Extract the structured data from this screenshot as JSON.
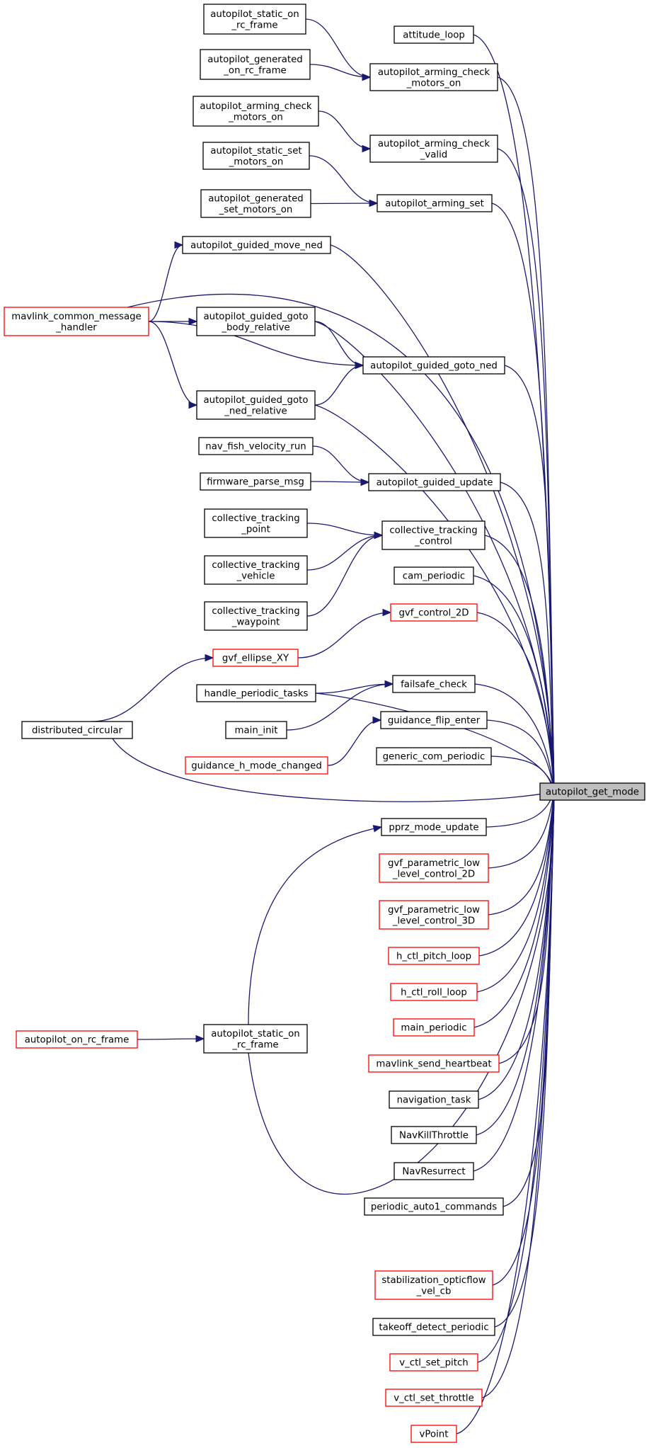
{
  "graph": {
    "type": "call_graph",
    "target": "autopilot_get_mode",
    "colors": {
      "edge": "#191970",
      "node_border": "#000000",
      "truncated_border": "#ff0000",
      "target_fill": "#bfbfbf"
    },
    "nodes": {
      "autopilot_get_mode": {
        "lines": [
          "autopilot_get_mode"
        ],
        "style": "target"
      },
      "attitude_loop": {
        "lines": [
          "attitude_loop"
        ],
        "style": "black"
      },
      "autopilot_static_on_rc_frame_top": {
        "lines": [
          "autopilot_static_on",
          "_rc_frame"
        ],
        "style": "black"
      },
      "autopilot_generated_on_rc_frame": {
        "lines": [
          "autopilot_generated",
          "_on_rc_frame"
        ],
        "style": "black"
      },
      "autopilot_arming_check_motors_on_mid": {
        "lines": [
          "autopilot_arming_check",
          "_motors_on"
        ],
        "style": "black"
      },
      "autopilot_arming_check_motors_on_left": {
        "lines": [
          "autopilot_arming_check",
          "_motors_on"
        ],
        "style": "black"
      },
      "autopilot_arming_check_valid": {
        "lines": [
          "autopilot_arming_check",
          "_valid"
        ],
        "style": "black"
      },
      "autopilot_static_set_motors_on": {
        "lines": [
          "autopilot_static_set",
          "_motors_on"
        ],
        "style": "black"
      },
      "autopilot_generated_set_motors_on": {
        "lines": [
          "autopilot_generated",
          "_set_motors_on"
        ],
        "style": "black"
      },
      "autopilot_arming_set": {
        "lines": [
          "autopilot_arming_set"
        ],
        "style": "black"
      },
      "autopilot_guided_move_ned": {
        "lines": [
          "autopilot_guided_move_ned"
        ],
        "style": "black"
      },
      "mavlink_common_message_handler": {
        "lines": [
          "mavlink_common_message",
          "_handler"
        ],
        "style": "red"
      },
      "autopilot_guided_goto_body_relative": {
        "lines": [
          "autopilot_guided_goto",
          "_body_relative"
        ],
        "style": "black"
      },
      "autopilot_guided_goto_ned": {
        "lines": [
          "autopilot_guided_goto_ned"
        ],
        "style": "black"
      },
      "autopilot_guided_goto_ned_relative": {
        "lines": [
          "autopilot_guided_goto",
          "_ned_relative"
        ],
        "style": "black"
      },
      "nav_fish_velocity_run": {
        "lines": [
          "nav_fish_velocity_run"
        ],
        "style": "black"
      },
      "firmware_parse_msg": {
        "lines": [
          "firmware_parse_msg"
        ],
        "style": "black"
      },
      "autopilot_guided_update": {
        "lines": [
          "autopilot_guided_update"
        ],
        "style": "black"
      },
      "collective_tracking_point": {
        "lines": [
          "collective_tracking",
          "_point"
        ],
        "style": "black"
      },
      "collective_tracking_control": {
        "lines": [
          "collective_tracking",
          "_control"
        ],
        "style": "black"
      },
      "collective_tracking_vehicle": {
        "lines": [
          "collective_tracking",
          "_vehicle"
        ],
        "style": "black"
      },
      "collective_tracking_waypoint": {
        "lines": [
          "collective_tracking",
          "_waypoint"
        ],
        "style": "black"
      },
      "cam_periodic": {
        "lines": [
          "cam_periodic"
        ],
        "style": "black"
      },
      "gvf_control_2D": {
        "lines": [
          "gvf_control_2D"
        ],
        "style": "red"
      },
      "gvf_ellipse_XY": {
        "lines": [
          "gvf_ellipse_XY"
        ],
        "style": "red"
      },
      "handle_periodic_tasks": {
        "lines": [
          "handle_periodic_tasks"
        ],
        "style": "black"
      },
      "failsafe_check": {
        "lines": [
          "failsafe_check"
        ],
        "style": "black"
      },
      "distributed_circular": {
        "lines": [
          "distributed_circular"
        ],
        "style": "black"
      },
      "main_init": {
        "lines": [
          "main_init"
        ],
        "style": "black"
      },
      "guidance_flip_enter": {
        "lines": [
          "guidance_flip_enter"
        ],
        "style": "black"
      },
      "guidance_h_mode_changed": {
        "lines": [
          "guidance_h_mode_changed"
        ],
        "style": "red"
      },
      "generic_com_periodic": {
        "lines": [
          "generic_com_periodic"
        ],
        "style": "black"
      },
      "pprz_mode_update": {
        "lines": [
          "pprz_mode_update"
        ],
        "style": "black"
      },
      "gvf_parametric_low_level_control_2D": {
        "lines": [
          "gvf_parametric_low",
          "_level_control_2D"
        ],
        "style": "red"
      },
      "gvf_parametric_low_level_control_3D": {
        "lines": [
          "gvf_parametric_low",
          "_level_control_3D"
        ],
        "style": "red"
      },
      "h_ctl_pitch_loop": {
        "lines": [
          "h_ctl_pitch_loop"
        ],
        "style": "red"
      },
      "h_ctl_roll_loop": {
        "lines": [
          "h_ctl_roll_loop"
        ],
        "style": "red"
      },
      "main_periodic": {
        "lines": [
          "main_periodic"
        ],
        "style": "red"
      },
      "autopilot_on_rc_frame": {
        "lines": [
          "autopilot_on_rc_frame"
        ],
        "style": "red"
      },
      "autopilot_static_on_rc_frame_low": {
        "lines": [
          "autopilot_static_on",
          "_rc_frame"
        ],
        "style": "black"
      },
      "mavlink_send_heartbeat": {
        "lines": [
          "mavlink_send_heartbeat"
        ],
        "style": "red"
      },
      "navigation_task": {
        "lines": [
          "navigation_task"
        ],
        "style": "black"
      },
      "NavKillThrottle": {
        "lines": [
          "NavKillThrottle"
        ],
        "style": "black"
      },
      "NavResurrect": {
        "lines": [
          "NavResurrect"
        ],
        "style": "black"
      },
      "periodic_auto1_commands": {
        "lines": [
          "periodic_auto1_commands"
        ],
        "style": "black"
      },
      "stabilization_opticflow_vel_cb": {
        "lines": [
          "stabilization_opticflow",
          "_vel_cb"
        ],
        "style": "red"
      },
      "takeoff_detect_periodic": {
        "lines": [
          "takeoff_detect_periodic"
        ],
        "style": "black"
      },
      "v_ctl_set_pitch": {
        "lines": [
          "v_ctl_set_pitch"
        ],
        "style": "red"
      },
      "v_ctl_set_throttle": {
        "lines": [
          "v_ctl_set_throttle"
        ],
        "style": "red"
      },
      "vPoint": {
        "lines": [
          "vPoint"
        ],
        "style": "red"
      }
    },
    "edges": [
      [
        "attitude_loop",
        "autopilot_get_mode"
      ],
      [
        "autopilot_static_on_rc_frame_top",
        "autopilot_arming_check_motors_on_mid"
      ],
      [
        "autopilot_generated_on_rc_frame",
        "autopilot_arming_check_motors_on_mid"
      ],
      [
        "autopilot_arming_check_motors_on_mid",
        "autopilot_get_mode"
      ],
      [
        "autopilot_arming_check_motors_on_left",
        "autopilot_arming_check_valid"
      ],
      [
        "autopilot_arming_check_valid",
        "autopilot_get_mode"
      ],
      [
        "autopilot_static_set_motors_on",
        "autopilot_arming_set"
      ],
      [
        "autopilot_generated_set_motors_on",
        "autopilot_arming_set"
      ],
      [
        "autopilot_arming_set",
        "autopilot_get_mode"
      ],
      [
        "autopilot_guided_move_ned",
        "autopilot_get_mode"
      ],
      [
        "mavlink_common_message_handler",
        "autopilot_guided_move_ned"
      ],
      [
        "mavlink_common_message_handler",
        "autopilot_get_mode"
      ],
      [
        "mavlink_common_message_handler",
        "autopilot_guided_goto_body_relative"
      ],
      [
        "mavlink_common_message_handler",
        "autopilot_guided_goto_ned"
      ],
      [
        "mavlink_common_message_handler",
        "autopilot_guided_goto_ned_relative"
      ],
      [
        "autopilot_guided_goto_body_relative",
        "autopilot_get_mode"
      ],
      [
        "autopilot_guided_goto_body_relative",
        "autopilot_guided_goto_ned"
      ],
      [
        "autopilot_guided_goto_ned_relative",
        "autopilot_guided_goto_ned"
      ],
      [
        "autopilot_guided_goto_ned",
        "autopilot_get_mode"
      ],
      [
        "autopilot_guided_goto_ned_relative",
        "autopilot_get_mode"
      ],
      [
        "nav_fish_velocity_run",
        "autopilot_guided_update"
      ],
      [
        "firmware_parse_msg",
        "autopilot_guided_update"
      ],
      [
        "autopilot_guided_update",
        "autopilot_get_mode"
      ],
      [
        "collective_tracking_point",
        "collective_tracking_control"
      ],
      [
        "collective_tracking_vehicle",
        "collective_tracking_control"
      ],
      [
        "collective_tracking_waypoint",
        "collective_tracking_control"
      ],
      [
        "collective_tracking_control",
        "autopilot_get_mode"
      ],
      [
        "cam_periodic",
        "autopilot_get_mode"
      ],
      [
        "gvf_ellipse_XY",
        "gvf_control_2D"
      ],
      [
        "gvf_control_2D",
        "autopilot_get_mode"
      ],
      [
        "distributed_circular",
        "gvf_ellipse_XY"
      ],
      [
        "handle_periodic_tasks",
        "autopilot_get_mode"
      ],
      [
        "handle_periodic_tasks",
        "failsafe_check"
      ],
      [
        "main_init",
        "failsafe_check"
      ],
      [
        "failsafe_check",
        "autopilot_get_mode"
      ],
      [
        "distributed_circular",
        "autopilot_get_mode"
      ],
      [
        "guidance_h_mode_changed",
        "guidance_flip_enter"
      ],
      [
        "guidance_flip_enter",
        "autopilot_get_mode"
      ],
      [
        "generic_com_periodic",
        "autopilot_get_mode"
      ],
      [
        "pprz_mode_update",
        "autopilot_get_mode"
      ],
      [
        "autopilot_static_on_rc_frame_low",
        "pprz_mode_update"
      ],
      [
        "autopilot_on_rc_frame",
        "autopilot_static_on_rc_frame_low"
      ],
      [
        "autopilot_static_on_rc_frame_low",
        "autopilot_get_mode"
      ],
      [
        "gvf_parametric_low_level_control_2D",
        "autopilot_get_mode"
      ],
      [
        "gvf_parametric_low_level_control_3D",
        "autopilot_get_mode"
      ],
      [
        "h_ctl_pitch_loop",
        "autopilot_get_mode"
      ],
      [
        "h_ctl_roll_loop",
        "autopilot_get_mode"
      ],
      [
        "main_periodic",
        "autopilot_get_mode"
      ],
      [
        "mavlink_send_heartbeat",
        "autopilot_get_mode"
      ],
      [
        "navigation_task",
        "autopilot_get_mode"
      ],
      [
        "NavKillThrottle",
        "autopilot_get_mode"
      ],
      [
        "NavResurrect",
        "autopilot_get_mode"
      ],
      [
        "periodic_auto1_commands",
        "autopilot_get_mode"
      ],
      [
        "stabilization_opticflow_vel_cb",
        "autopilot_get_mode"
      ],
      [
        "takeoff_detect_periodic",
        "autopilot_get_mode"
      ],
      [
        "v_ctl_set_pitch",
        "autopilot_get_mode"
      ],
      [
        "v_ctl_set_throttle",
        "autopilot_get_mode"
      ],
      [
        "vPoint",
        "autopilot_get_mode"
      ]
    ]
  }
}
